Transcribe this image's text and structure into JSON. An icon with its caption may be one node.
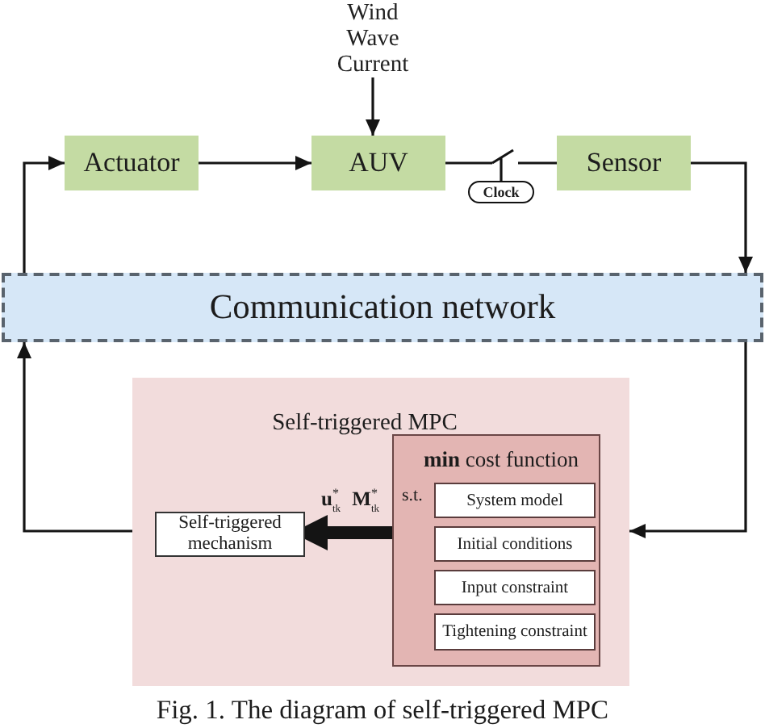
{
  "diagram": {
    "caption": "Fig. 1. The diagram of self-triggered MPC",
    "nodes": [
      {
        "text": [
          "Wind Wave Current"
        ]
      },
      {
        "text": [
          "Actuator"
        ]
      },
      {
        "text": [
          "AUV"
        ]
      },
      {
        "text": [],
        "shape": "switch"
      },
      {
        "text": [
          "Sensor"
        ]
      },
      {
        "text": [
          "Clock"
        ]
      },
      {
        "text": [
          "Communication network"
        ]
      },
      {
        "text": [
          "Self-triggered MPC"
        ]
      },
      {
        "text": [
          "**min** cost function",
          "s.t."
        ],
        "in": 7
      },
      {
        "text": [
          "System model"
        ],
        "in": 8
      },
      {
        "text": [
          "Initial conditions"
        ],
        "in": 8
      },
      {
        "text": [
          "Input constraint"
        ],
        "in": 8
      },
      {
        "text": [
          "Tightening constraint"
        ],
        "in": 8
      },
      {
        "text": [
          "Self-triggered mechanism"
        ],
        "in": 7
      }
    ],
    "edges": [
      {
        "from": 0,
        "to": 2,
        "arrow": "to"
      },
      {
        "from": 1,
        "to": 2,
        "arrow": "to"
      },
      {
        "from": 2,
        "to": 3,
        "arrow": "none"
      },
      {
        "from": 3,
        "to": 4,
        "arrow": "none"
      },
      {
        "from": 4,
        "to": 6,
        "arrow": "to"
      },
      {
        "from": 6,
        "to": 1,
        "arrow": "to"
      },
      {
        "from": 7,
        "to": 6,
        "arrow": "to"
      },
      {
        "from": 6,
        "to": 7,
        "arrow": "to"
      },
      {
        "from": 8,
        "to": 13,
        "arrow": "to",
        "style": "thick",
        "label": "**u**$^{*}$$_{tk}$ **M**$^{*}$$_{tk}$"
      },
      {
        "from": 5,
        "to": 3,
        "arrow": "none"
      }
    ]
  }
}
